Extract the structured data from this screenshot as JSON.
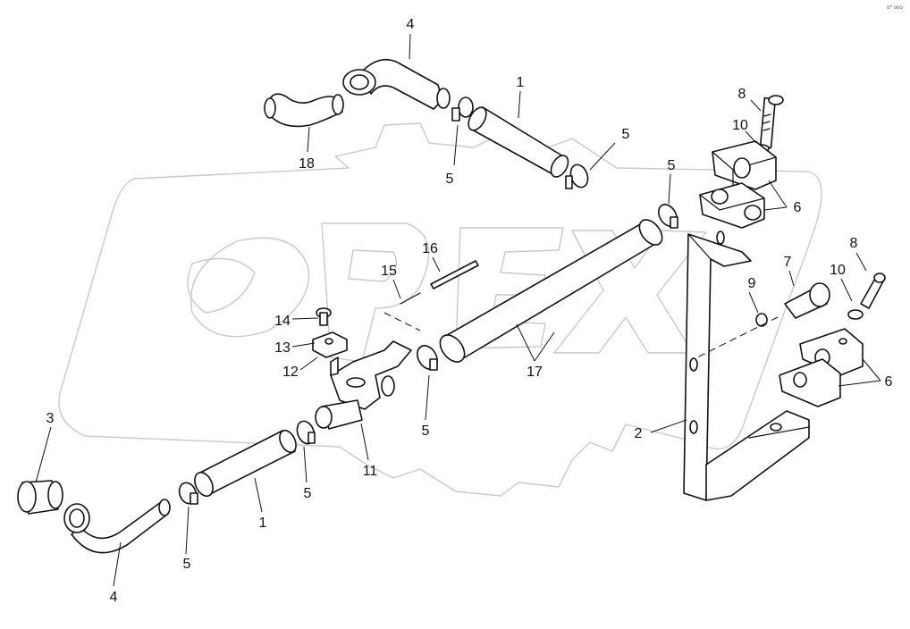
{
  "watermark": {
    "text": "OPEX"
  },
  "corner_mark": {
    "text": "o^ ooo"
  },
  "callouts": [
    "4",
    "1",
    "5",
    "5",
    "5",
    "8",
    "10",
    "18",
    "6",
    "7",
    "8",
    "9",
    "10",
    "6",
    "16",
    "15",
    "14",
    "13",
    "12",
    "17",
    "2",
    "3",
    "11",
    "5",
    "5",
    "1",
    "5",
    "4"
  ],
  "colors": {
    "line": "#111111",
    "watermark": "#c9c9c9",
    "background": "#ffffff"
  }
}
